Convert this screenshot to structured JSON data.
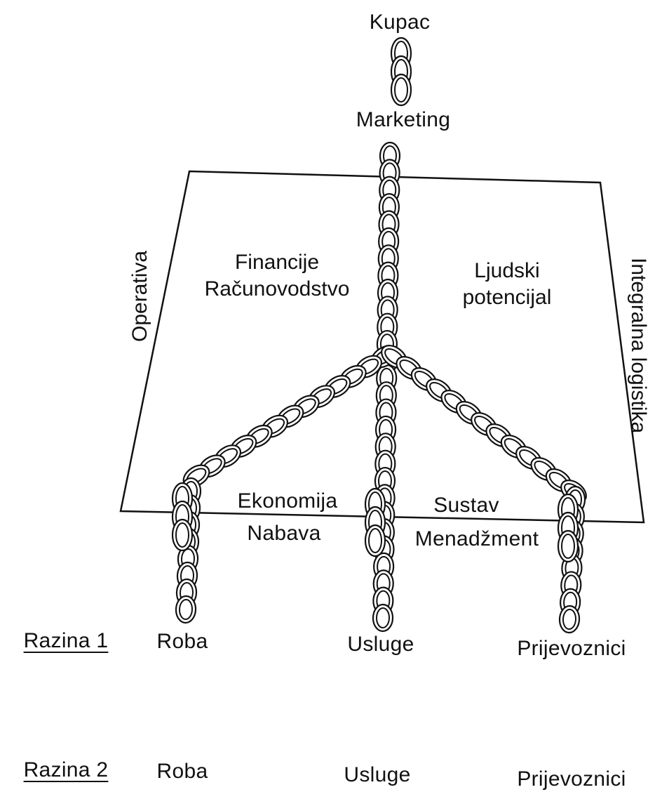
{
  "top": {
    "customer": "Kupac",
    "marketing": "Marketing"
  },
  "plane": {
    "left_side": "Operativa",
    "right_side": "Integralna logistika",
    "finance": [
      "Financije",
      "Računovodstvo"
    ],
    "hr": [
      "Ljudski",
      "potencijal"
    ],
    "economy": "Ekonomija",
    "procurement": "Nabava",
    "system": "Sustav",
    "management": "Menadžment"
  },
  "levels": {
    "level1": {
      "title": "Razina 1",
      "items": [
        "Roba",
        "Usluge",
        "Prijevoznici"
      ]
    },
    "level2": {
      "title": "Razina 2",
      "items": [
        "Roba",
        "Usluge",
        "Prijevoznici"
      ]
    }
  },
  "colors": {
    "ink": "#111111",
    "background": "#ffffff"
  }
}
